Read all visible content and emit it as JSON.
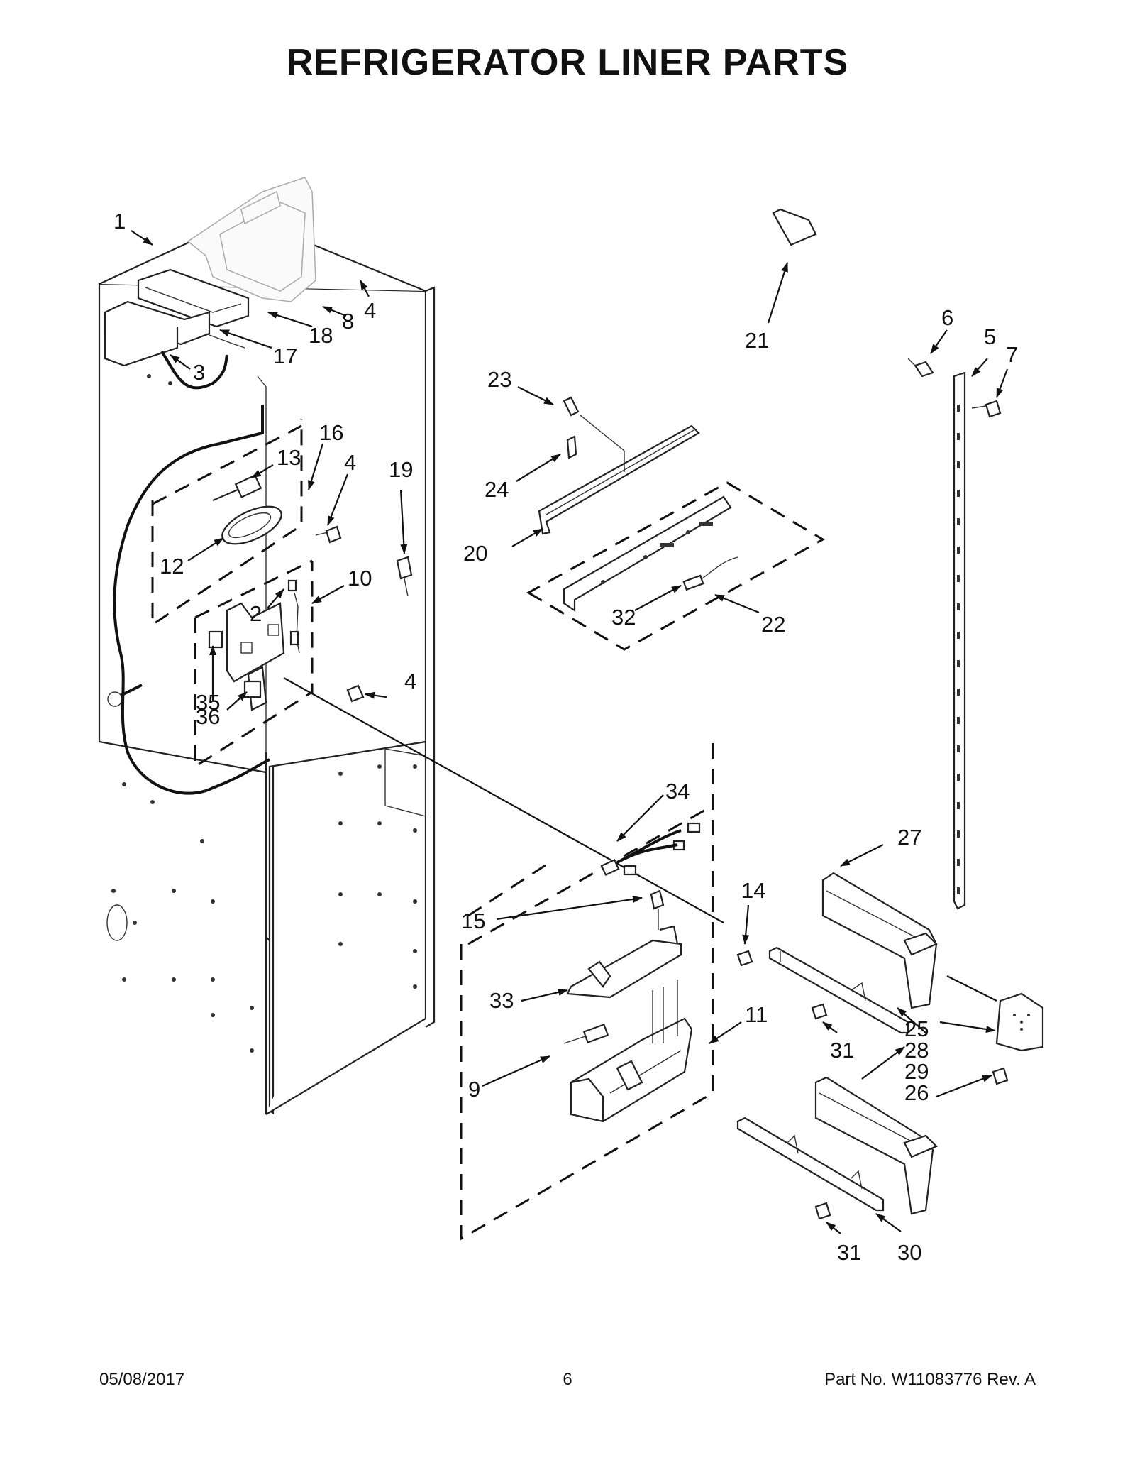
{
  "title": "REFRIGERATOR LINER PARTS",
  "footer": {
    "date": "05/08/2017",
    "page": "6",
    "part_number": "Part No.  W11083776  Rev.  A"
  },
  "callouts": [
    {
      "id": "c1",
      "label": "1"
    },
    {
      "id": "c4a",
      "label": "4"
    },
    {
      "id": "c8",
      "label": "8"
    },
    {
      "id": "c18",
      "label": "18"
    },
    {
      "id": "c17",
      "label": "17"
    },
    {
      "id": "c3",
      "label": "3"
    },
    {
      "id": "c21",
      "label": "21"
    },
    {
      "id": "c6",
      "label": "6"
    },
    {
      "id": "c5",
      "label": "5"
    },
    {
      "id": "c7",
      "label": "7"
    },
    {
      "id": "c23",
      "label": "23"
    },
    {
      "id": "c16",
      "label": "16"
    },
    {
      "id": "c13",
      "label": "13"
    },
    {
      "id": "c4b",
      "label": "4"
    },
    {
      "id": "c19",
      "label": "19"
    },
    {
      "id": "c24",
      "label": "24"
    },
    {
      "id": "c20",
      "label": "20"
    },
    {
      "id": "c12",
      "label": "12"
    },
    {
      "id": "c10",
      "label": "10"
    },
    {
      "id": "c2",
      "label": "2"
    },
    {
      "id": "c32",
      "label": "32"
    },
    {
      "id": "c22",
      "label": "22"
    },
    {
      "id": "c35",
      "label": "35"
    },
    {
      "id": "c4c",
      "label": "4"
    },
    {
      "id": "c36",
      "label": "36"
    },
    {
      "id": "c34",
      "label": "34"
    },
    {
      "id": "c27",
      "label": "27"
    },
    {
      "id": "c14",
      "label": "14"
    },
    {
      "id": "c15",
      "label": "15"
    },
    {
      "id": "c33",
      "label": "33"
    },
    {
      "id": "c11",
      "label": "11"
    },
    {
      "id": "c31a",
      "label": "31"
    },
    {
      "id": "c25",
      "label": "25"
    },
    {
      "id": "c28",
      "label": "28"
    },
    {
      "id": "c29",
      "label": "29"
    },
    {
      "id": "c26",
      "label": "26"
    },
    {
      "id": "c9",
      "label": "9"
    },
    {
      "id": "c31b",
      "label": "31"
    },
    {
      "id": "c30",
      "label": "30"
    }
  ]
}
